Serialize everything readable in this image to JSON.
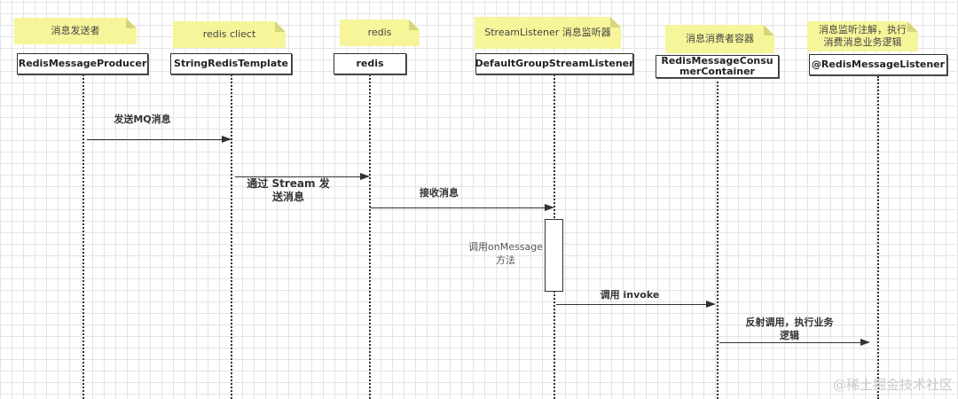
{
  "participants": [
    {
      "id": "producer",
      "name": "RedisMessageProducer",
      "note": "消息发送者"
    },
    {
      "id": "template",
      "name": "StringRedisTemplate",
      "note": "redis cliect"
    },
    {
      "id": "redis",
      "name": "redis",
      "note": "redis"
    },
    {
      "id": "listener",
      "name": "DefaultGroupStreamListener",
      "note": "StreamListener 消息监听器"
    },
    {
      "id": "container",
      "name": "RedisMessageConsu\nmerContainer",
      "note": "消息消费者容器"
    },
    {
      "id": "annotation",
      "name": "@RedisMessageListener",
      "note": "消息监听注解，执行\n消费消息业务逻辑"
    }
  ],
  "messages": [
    {
      "from": "producer",
      "to": "template",
      "label": "发送MQ消息"
    },
    {
      "from": "template",
      "to": "redis",
      "label": "通过 Stream 发\n送消息"
    },
    {
      "from": "redis",
      "to": "listener",
      "label": "接收消息"
    },
    {
      "from": "listener",
      "to": "container",
      "label": "调用 invoke"
    },
    {
      "from": "container",
      "to": "annotation",
      "label": "反射调用，执行业务\n逻辑"
    }
  ],
  "activation": {
    "on": "listener",
    "label": "调用onMessage\n方法"
  },
  "watermark": "@稀土掘金技术社区",
  "colors": {
    "note": "#f6f59a",
    "line": "#333333",
    "grid": "#e4e4e4"
  }
}
